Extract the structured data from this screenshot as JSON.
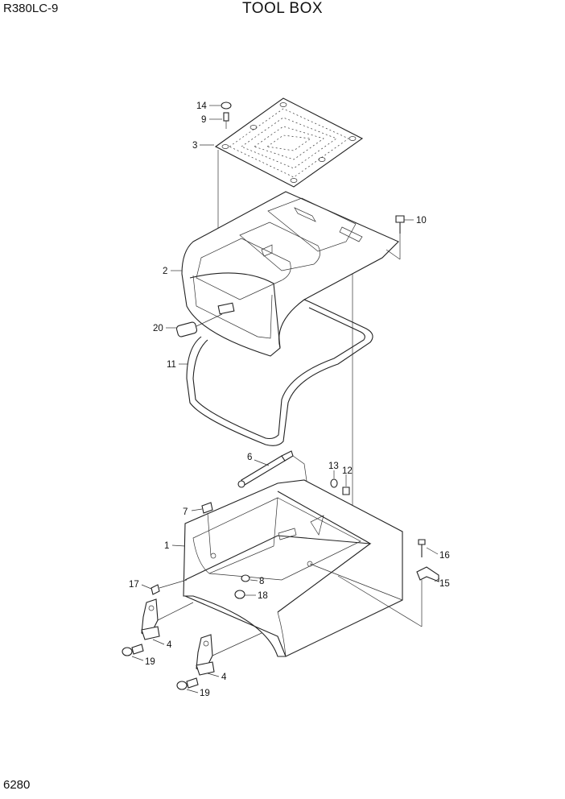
{
  "header": {
    "model": "R380LC-9",
    "title": "TOOL BOX"
  },
  "footer": {
    "page_number": "6280"
  },
  "callouts": [
    {
      "id": "c14",
      "text": "14"
    },
    {
      "id": "c9",
      "text": "9"
    },
    {
      "id": "c3",
      "text": "3"
    },
    {
      "id": "c2",
      "text": "2"
    },
    {
      "id": "c10",
      "text": "10"
    },
    {
      "id": "c20",
      "text": "20"
    },
    {
      "id": "c11",
      "text": "11"
    },
    {
      "id": "c6",
      "text": "6"
    },
    {
      "id": "c13",
      "text": "13"
    },
    {
      "id": "c12",
      "text": "12"
    },
    {
      "id": "c7",
      "text": "7"
    },
    {
      "id": "c1",
      "text": "1"
    },
    {
      "id": "c16",
      "text": "16"
    },
    {
      "id": "c15",
      "text": "15"
    },
    {
      "id": "c17",
      "text": "17"
    },
    {
      "id": "c8",
      "text": "8"
    },
    {
      "id": "c18",
      "text": "18"
    },
    {
      "id": "c4a",
      "text": "4"
    },
    {
      "id": "c19a",
      "text": "19"
    },
    {
      "id": "c4b",
      "text": "4"
    },
    {
      "id": "c19b",
      "text": "19"
    }
  ]
}
